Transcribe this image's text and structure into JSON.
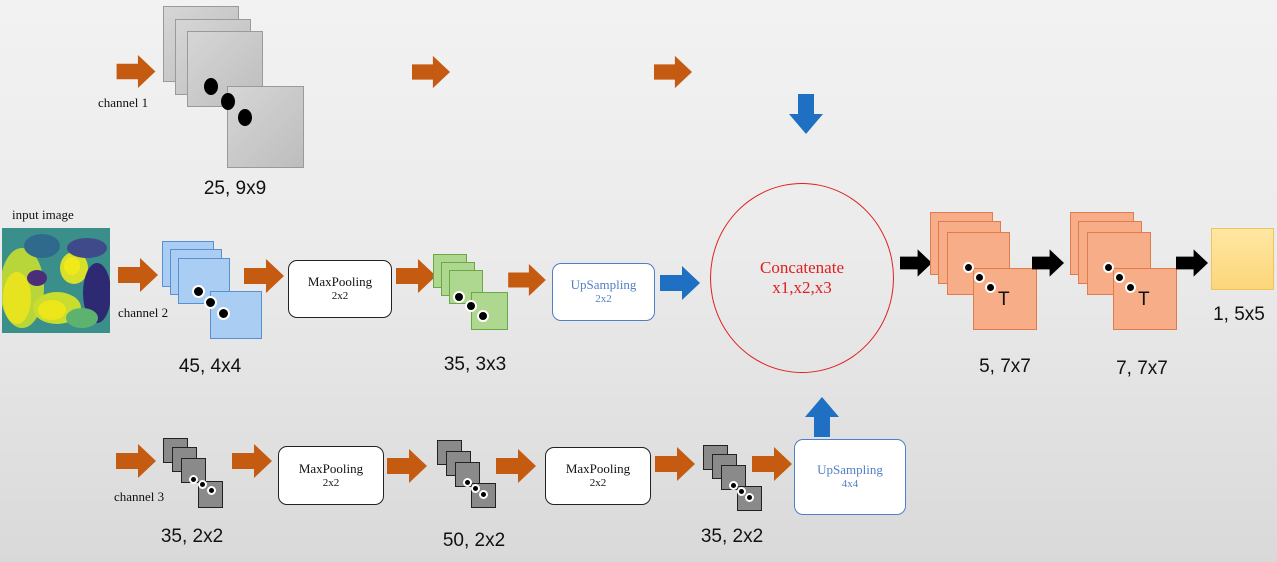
{
  "labels": {
    "input_image": "input image",
    "channel1": "channel 1",
    "channel2": "channel 2",
    "channel3": "channel 3"
  },
  "dims": {
    "c1": "25, 9x9",
    "c2a": "45, 4x4",
    "c2b": "35, 3x3",
    "c3a": "35, 2x2",
    "c3b": "50, 2x2",
    "c3c": "35, 2x2",
    "out1": "5, 7x7",
    "out2": "7, 7x7",
    "final": "1, 5x5"
  },
  "boxes": {
    "maxpool_c2": {
      "line1": "MaxPooling",
      "line2": "2x2"
    },
    "upsample_c2": {
      "line1": "UpSampling",
      "line2": "2x2"
    },
    "maxpool_c3a": {
      "line1": "MaxPooling",
      "line2": "2x2"
    },
    "maxpool_c3b": {
      "line1": "MaxPooling",
      "line2": "2x2"
    },
    "upsample_c3": {
      "line1": "UpSampling",
      "line2": "4x4"
    }
  },
  "concat": {
    "line1": "Concatenate",
    "line2": "x1,x2,x3"
  },
  "transpose_mark": "T",
  "colors": {
    "orange_arrow": "#c55a11",
    "blue_arrow": "#1f6fc2",
    "concat_red": "#e02020"
  }
}
